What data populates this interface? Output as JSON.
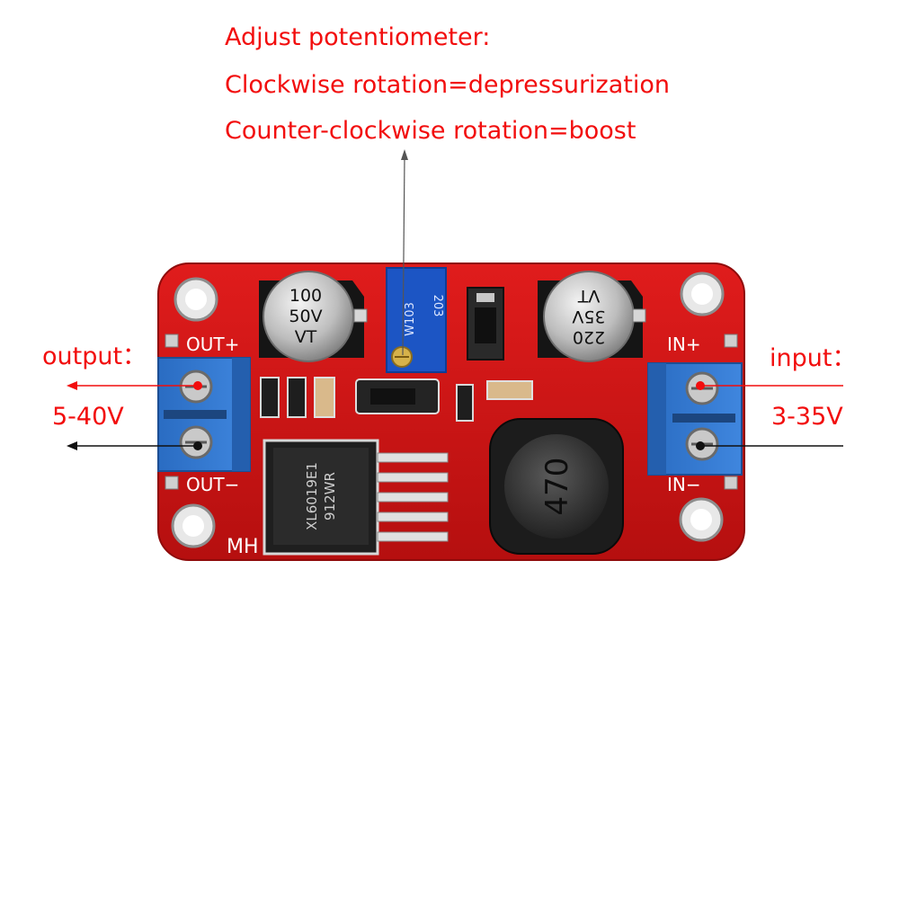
{
  "annotations": {
    "pot_title": "Adjust potentiometer:",
    "pot_cw": "Clockwise rotation=depressurization",
    "pot_ccw": "Counter-clockwise rotation=boost",
    "output_label": "output：",
    "output_range": "5-40V",
    "input_label": "input：",
    "input_range": "3-35V"
  },
  "board": {
    "out_plus": "OUT+",
    "out_minus": "OUT−",
    "in_plus": "IN+",
    "in_minus": "IN−",
    "maker": "MH",
    "cap_left": [
      "100",
      "50V",
      "VT"
    ],
    "cap_right": [
      "220",
      "35V",
      "VT"
    ],
    "pot_marking": "W103",
    "pot_code": "203",
    "chip_marking": [
      "XL6019E1",
      "912WR"
    ],
    "inductor_marking": "470"
  },
  "colors": {
    "annotation": "#f20d0d",
    "pcb": "#d11515",
    "terminal": "#2f74c9",
    "potentiometer": "#1c55c4"
  }
}
